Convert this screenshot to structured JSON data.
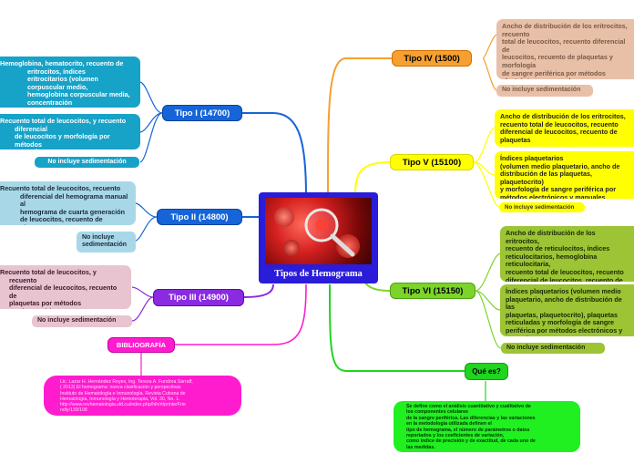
{
  "center": {
    "title": "Tipos de Hemograma",
    "image_icon": "magnifier-over-blood-cells-icon"
  },
  "colors": {
    "tipo_i": "#1565d8",
    "tipo_ii": "#1565d8",
    "tipo_iii": "#8a2be2",
    "tipo_iv": "#f5a030",
    "tipo_v": "#ffff00",
    "tipo_vi": "#7cd42a",
    "que_es": "#20d420",
    "bibliografia": "#ff1ccf"
  },
  "branches": {
    "tipo_iv": {
      "label": "Tipo IV (1500)",
      "details": "Ancho de distribución de los eritrocitos, recuento\ntotal de leucocitos, recuento diferencial de\nleucocitos, recuento de plaquetas y morfología\nde sangre periférica por métodos\nelectrónicos y manuales.",
      "no_sed": "No incluye sedimentación"
    },
    "tipo_v": {
      "label": "Tipo V (15100)",
      "details1": "Ancho de distribución de los eritrocitos,\nrecuento total de leucocitos, recuento\ndiferencial de leucocitos, recuento de\nplaquetas",
      "details2": "Índices plaquetarios\n(volumen medio plaquetario, ancho de\ndistribución de las plaquetas, plaquetocrito)\ny morfología de sangre periférica por\nmétodos electrónicos y manuales.",
      "no_sed": "No incluye sedimentación"
    },
    "tipo_vi": {
      "label": "Tipo VI (15150)",
      "details1": "Ancho de distribución de los eritrocitos,\nrecuento de reticulocitos, índices\nreticulocitarios, hemoglobina reticulocitaria,\nrecuento total de leucocitos, recuento\ndiferencial de leucocitos, recuento de\nplaquetas",
      "details2": "Índices plaquetarios (volumen medio\nplaquetario, ancho de distribución de las\nplaquetas, plaquetocrito), plaquetas\nreticuladas y morfología de sangre\nperiférica por métodos electrónicos y\nmanuales",
      "no_sed": "No incluye sedimentación"
    },
    "tipo_i": {
      "label": "Tipo I (14700)",
      "details1": "Hemoglobina, hematocrito, recuento de\neritrocitos, índices\neritrocitarios (volumen corpuscular medio,\nhemoglobina corpuscular media,\nconcentración\nde hemoglobina corpuscular media)",
      "details2": "Recuento total de leucocitos, y recuento\ndiferencial\nde leucocitos y morfología por métodos\nmanuales.",
      "no_sed": "No incluye sedimentación"
    },
    "tipo_ii": {
      "label": "Tipo II (14800)",
      "details": "Recuento total de leucocitos, recuento\ndiferencial del hemograma manual al\nhemograma de cuarta generación\nde leucocitos, recuento de plaquetas y\nmorfología por métodos manuales.",
      "no_sed": "No incluye\nsedimentación"
    },
    "tipo_iii": {
      "label": "Tipo III (14900)",
      "details": "Recuento total de leucocitos, y recuento\ndiferencial de leucocitos, recuento de\nplaquetas por métodos semiautomáticos y\nmorfología por métodos\nmanuales.",
      "no_sed": "No incluye sedimentación"
    },
    "que_es": {
      "label": "Qué es?",
      "details": "Se define como el análisis cuantitativo y cualitativo de\nlos componentes celulares\nde la sangre periférica. Las diferencias y las variaciones\nen la metodología utilizada definen el\ntipo de hemograma, el número de parámetros o datos\nreportados y los coeficientes de variación,\ncomo índice de precisión y de exactitud, de cada uno de\nlas medidas."
    },
    "bibliografia": {
      "label": "BIBLIOGRAFÍA",
      "details": "Lic. Lazar H. Hernández Reyes, Ing. Tereza A. Fundora Sarraff,\n( 2013) El hemograma: nueva clasificación y perspectivas\nInstituto de Hematología e Inmunología. Revista Cubana de\nHematología, Inmunología y Hemoterapia, Vol. 30, No. 1.\nhttp://www.revhematologia.sld.cu/index.php/hih/rt/printerFrie\nndly/139/108"
    }
  }
}
